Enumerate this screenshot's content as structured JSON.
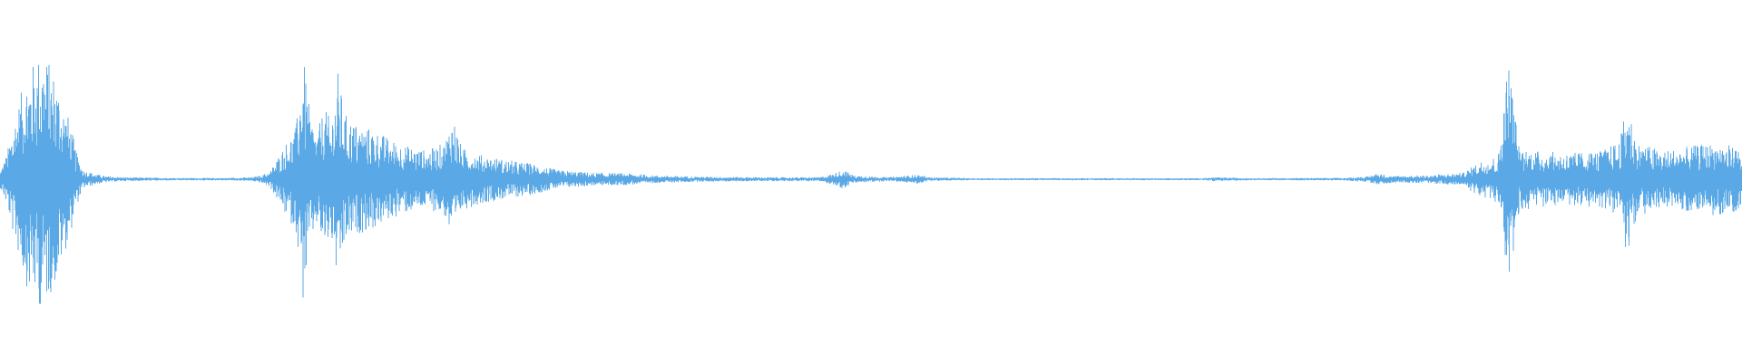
{
  "waveform": {
    "color": "#5aa9e6",
    "background": "#ffffff",
    "amplitude_envelope": [
      [
        0.0,
        0.06
      ],
      [
        0.004,
        0.2
      ],
      [
        0.008,
        0.45
      ],
      [
        0.012,
        0.65
      ],
      [
        0.016,
        0.85
      ],
      [
        0.02,
        0.9
      ],
      [
        0.024,
        1.0
      ],
      [
        0.028,
        0.9
      ],
      [
        0.032,
        0.8
      ],
      [
        0.036,
        0.6
      ],
      [
        0.04,
        0.45
      ],
      [
        0.044,
        0.2
      ],
      [
        0.048,
        0.07
      ],
      [
        0.055,
        0.04
      ],
      [
        0.06,
        0.025
      ],
      [
        0.07,
        0.015
      ],
      [
        0.1,
        0.01
      ],
      [
        0.13,
        0.01
      ],
      [
        0.145,
        0.015
      ],
      [
        0.15,
        0.03
      ],
      [
        0.155,
        0.06
      ],
      [
        0.16,
        0.18
      ],
      [
        0.165,
        0.3
      ],
      [
        0.17,
        0.4
      ],
      [
        0.174,
        0.95
      ],
      [
        0.178,
        0.5
      ],
      [
        0.182,
        0.35
      ],
      [
        0.186,
        0.55
      ],
      [
        0.19,
        0.45
      ],
      [
        0.194,
        0.82
      ],
      [
        0.198,
        0.5
      ],
      [
        0.205,
        0.42
      ],
      [
        0.215,
        0.38
      ],
      [
        0.225,
        0.3
      ],
      [
        0.235,
        0.25
      ],
      [
        0.245,
        0.22
      ],
      [
        0.255,
        0.28
      ],
      [
        0.26,
        0.5
      ],
      [
        0.265,
        0.24
      ],
      [
        0.275,
        0.19
      ],
      [
        0.29,
        0.15
      ],
      [
        0.305,
        0.12
      ],
      [
        0.32,
        0.07
      ],
      [
        0.34,
        0.05
      ],
      [
        0.36,
        0.045
      ],
      [
        0.375,
        0.03
      ],
      [
        0.4,
        0.02
      ],
      [
        0.44,
        0.015
      ],
      [
        0.47,
        0.015
      ],
      [
        0.478,
        0.04
      ],
      [
        0.484,
        0.075
      ],
      [
        0.49,
        0.03
      ],
      [
        0.51,
        0.015
      ],
      [
        0.527,
        0.035
      ],
      [
        0.533,
        0.015
      ],
      [
        0.56,
        0.008
      ],
      [
        0.6,
        0.008
      ],
      [
        0.64,
        0.008
      ],
      [
        0.69,
        0.008
      ],
      [
        0.697,
        0.015
      ],
      [
        0.72,
        0.008
      ],
      [
        0.77,
        0.01
      ],
      [
        0.785,
        0.02
      ],
      [
        0.79,
        0.045
      ],
      [
        0.8,
        0.025
      ],
      [
        0.82,
        0.03
      ],
      [
        0.84,
        0.05
      ],
      [
        0.85,
        0.14
      ],
      [
        0.86,
        0.18
      ],
      [
        0.866,
        0.95
      ],
      [
        0.872,
        0.25
      ],
      [
        0.88,
        0.22
      ],
      [
        0.9,
        0.2
      ],
      [
        0.92,
        0.22
      ],
      [
        0.93,
        0.3
      ],
      [
        0.934,
        0.6
      ],
      [
        0.94,
        0.28
      ],
      [
        0.955,
        0.22
      ],
      [
        0.97,
        0.25
      ],
      [
        0.985,
        0.28
      ],
      [
        1.0,
        0.24
      ]
    ]
  }
}
